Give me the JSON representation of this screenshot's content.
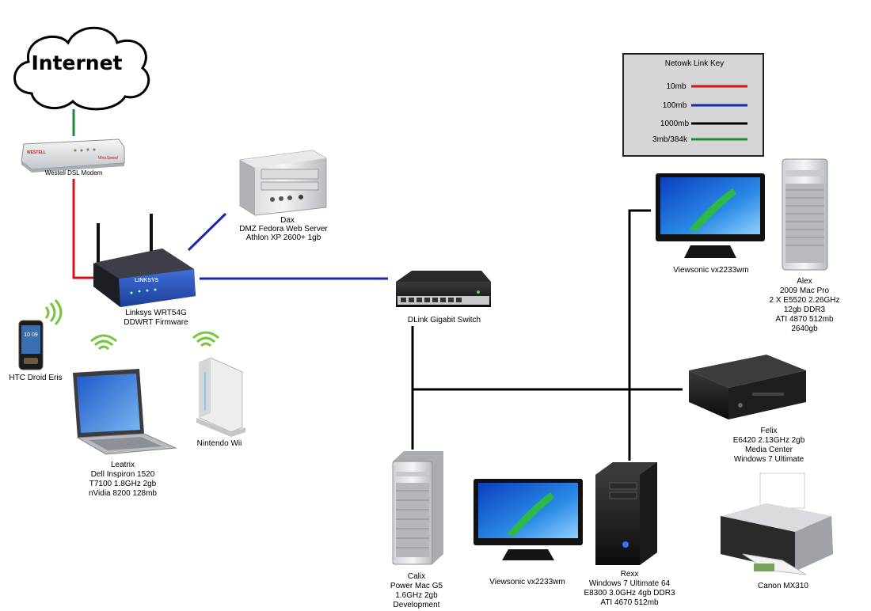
{
  "cloud": {
    "label": "Internet"
  },
  "legend": {
    "title": "Netowk Link Key",
    "items": [
      {
        "label": "10mb",
        "color": "#d4141c"
      },
      {
        "label": "100mb",
        "color": "#1a28b8"
      },
      {
        "label": "1000mb",
        "color": "#000000"
      },
      {
        "label": "3mb/384k",
        "color": "#1f8a3a"
      }
    ]
  },
  "devices": {
    "modem": {
      "lines": [
        "Westell DSL Modem"
      ],
      "brand": "WESTELL",
      "badge": "WireSpeed"
    },
    "router": {
      "lines": [
        "Linksys WRT54G",
        "DDWRT Firmware"
      ],
      "brand": "LINKSYS"
    },
    "dax": {
      "lines": [
        "Dax",
        "DMZ Fedora Web Server",
        "Athlon XP 2600+ 1gb"
      ]
    },
    "switch": {
      "lines": [
        "DLink Gigabit Switch"
      ]
    },
    "htc": {
      "lines": [
        "HTC Droid Eris"
      ],
      "screen_time": "10 09"
    },
    "leatrix": {
      "lines": [
        "Leatrix",
        "Dell Inspiron 1520",
        "T7100 1.8GHz 2gb",
        "nVidia 8200 128mb"
      ]
    },
    "wii": {
      "lines": [
        "Nintendo Wii"
      ]
    },
    "monitor_top": {
      "lines": [
        "Viewsonic vx2233wm"
      ]
    },
    "alex": {
      "lines": [
        "Alex",
        "2009 Mac Pro",
        "2 X E5520 2.26GHz",
        "12gb DDR3",
        "ATI 4870 512mb",
        "2640gb"
      ]
    },
    "felix": {
      "lines": [
        "Felix",
        "E6420 2.13GHz 2gb",
        "Media Center",
        "Windows 7 Ultimate"
      ]
    },
    "calix": {
      "lines": [
        "Calix",
        "Power Mac G5",
        "1.6GHz 2gb",
        "Development"
      ]
    },
    "monitor_bottom": {
      "lines": [
        "Viewsonic vx2233wm"
      ]
    },
    "rexx": {
      "lines": [
        "Rexx",
        "Windows 7 Ultimate 64",
        "E8300 3.0GHz 4gb DDR3",
        "ATI 4670 512mb"
      ]
    },
    "canon": {
      "lines": [
        "Canon MX310"
      ]
    }
  },
  "links": [
    {
      "from": "Internet",
      "to": "Westell DSL Modem",
      "speed": "3mb/384k"
    },
    {
      "from": "Westell DSL Modem",
      "to": "Linksys WRT54G",
      "speed": "10mb"
    },
    {
      "from": "Linksys WRT54G",
      "to": "Dax",
      "speed": "100mb"
    },
    {
      "from": "Linksys WRT54G",
      "to": "DLink Gigabit Switch",
      "speed": "100mb"
    },
    {
      "from": "DLink Gigabit Switch",
      "to": "Calix",
      "speed": "1000mb"
    },
    {
      "from": "DLink Gigabit Switch",
      "to": "Felix",
      "speed": "1000mb"
    },
    {
      "from": "DLink Gigabit Switch",
      "to": "Alex",
      "speed": "1000mb"
    },
    {
      "from": "DLink Gigabit Switch",
      "to": "Rexx",
      "speed": "1000mb"
    }
  ]
}
